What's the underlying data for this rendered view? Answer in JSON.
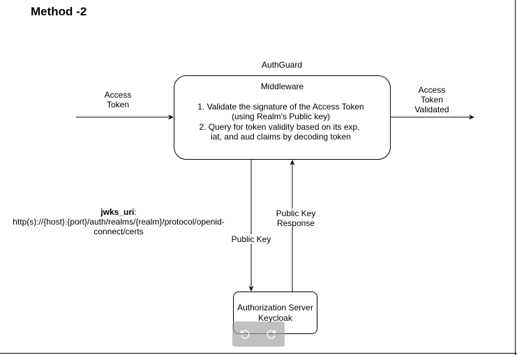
{
  "title": "Method -2",
  "authguard_label": "AuthGuard",
  "middleware": {
    "title": "Middleware",
    "step1_line1": "1.  Validate the signature of the Access Token",
    "step1_line2": "(using Realm's Public key)",
    "step2_line1": "2.   Query for token validity based on its exp,",
    "step2_line2": "iat, and aud claims by decoding token"
  },
  "input_label": {
    "line1": "Access",
    "line2": "Token"
  },
  "output_label": {
    "line1": "Access",
    "line2": "Token",
    "line3": "Validated"
  },
  "jwks": {
    "key": "jwks_uri",
    "colon": ":",
    "line1": "http(s)://{host}:{port}/auth/realms/{realm}/protocol/openid-",
    "line2": "connect/certs"
  },
  "public_key_label": "Public Key",
  "public_key_response": {
    "line1": "Public Key",
    "line2": "Response"
  },
  "auth_server": {
    "line1": "Authorization Server",
    "line2": "Keycloak"
  },
  "toolbar": {
    "undo_icon": "undo-icon",
    "redo_icon": "redo-icon"
  }
}
